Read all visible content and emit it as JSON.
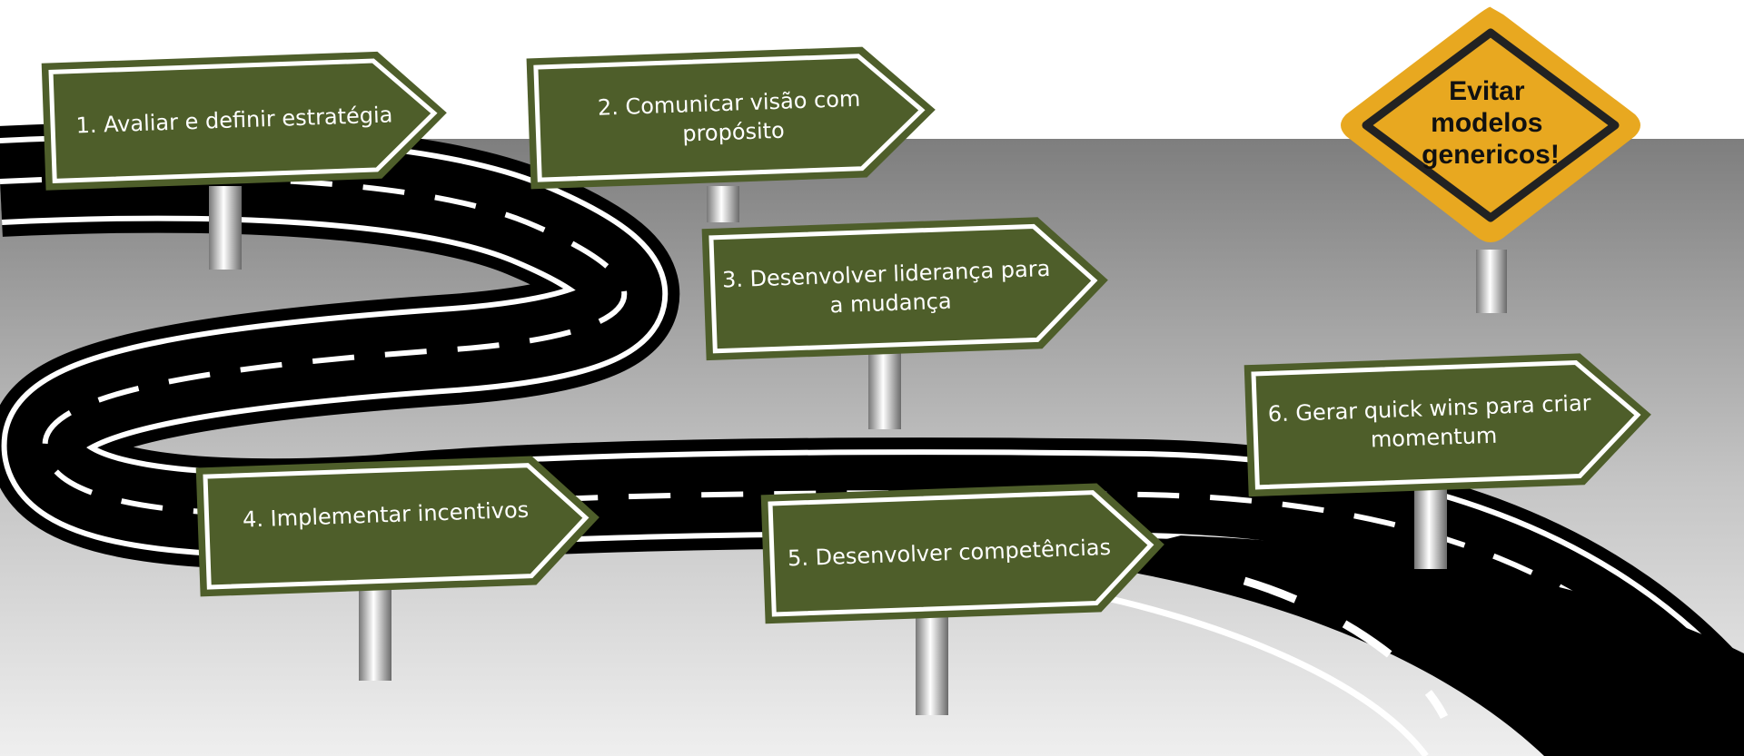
{
  "signs": [
    {
      "id": "sign-1",
      "lines": [
        "1. Avaliar e definir estratégia"
      ]
    },
    {
      "id": "sign-2",
      "lines": [
        "2. Comunicar visão com",
        "propósito"
      ]
    },
    {
      "id": "sign-3",
      "lines": [
        "3. Desenvolver  liderança para",
        "a mudança"
      ]
    },
    {
      "id": "sign-4",
      "lines": [
        "4.  Implementar incentivos"
      ]
    },
    {
      "id": "sign-5",
      "lines": [
        "5. Desenvolver competências"
      ]
    },
    {
      "id": "sign-6",
      "lines": [
        "6. Gerar quick wins para criar",
        "momentum"
      ]
    }
  ],
  "warning": {
    "lines": [
      "Evitar",
      "modelos",
      "genericos!"
    ]
  },
  "colors": {
    "sign_fill": "#4e5e2a",
    "sign_border": "#4e5e2a",
    "sign_inner_border": "#ffffff",
    "warning_fill": "#e8a820",
    "warning_border": "#222222",
    "road": "#000000",
    "road_lines": "#ffffff"
  }
}
